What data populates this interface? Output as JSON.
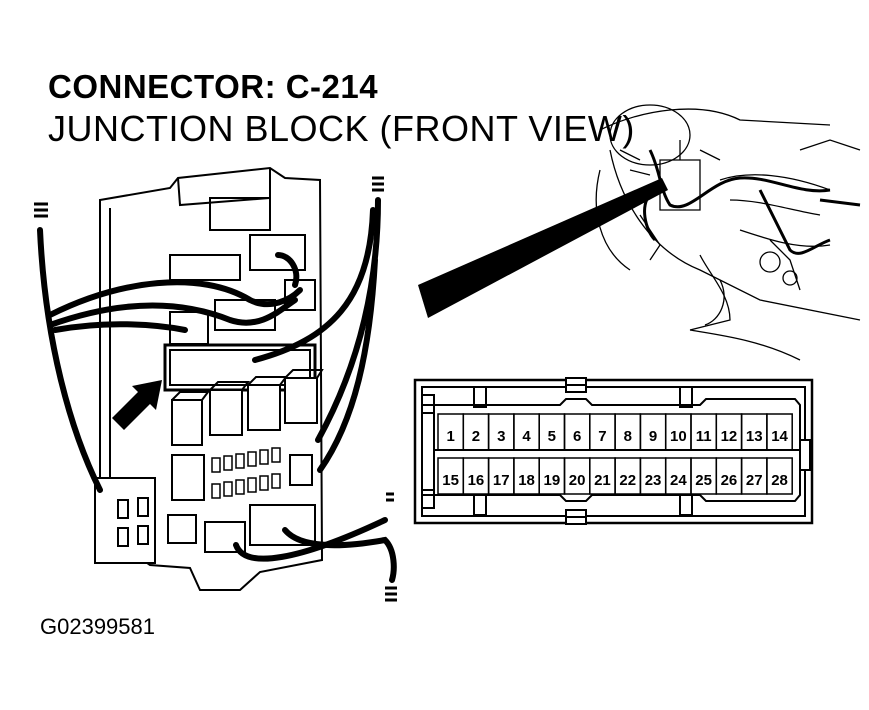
{
  "header": {
    "title": "CONNECTOR: C-214",
    "subtitle": "JUNCTION BLOCK (FRONT VIEW)"
  },
  "figure_id": "G02399581",
  "connector": {
    "top_row_pins": [
      "1",
      "2",
      "3",
      "4",
      "5",
      "6",
      "7",
      "8",
      "9",
      "10",
      "11",
      "12",
      "13",
      "14"
    ],
    "bottom_row_pins": [
      "15",
      "16",
      "17",
      "18",
      "19",
      "20",
      "21",
      "22",
      "23",
      "24",
      "25",
      "26",
      "27",
      "28"
    ]
  },
  "colors": {
    "ink": "#000000",
    "background": "#ffffff"
  }
}
